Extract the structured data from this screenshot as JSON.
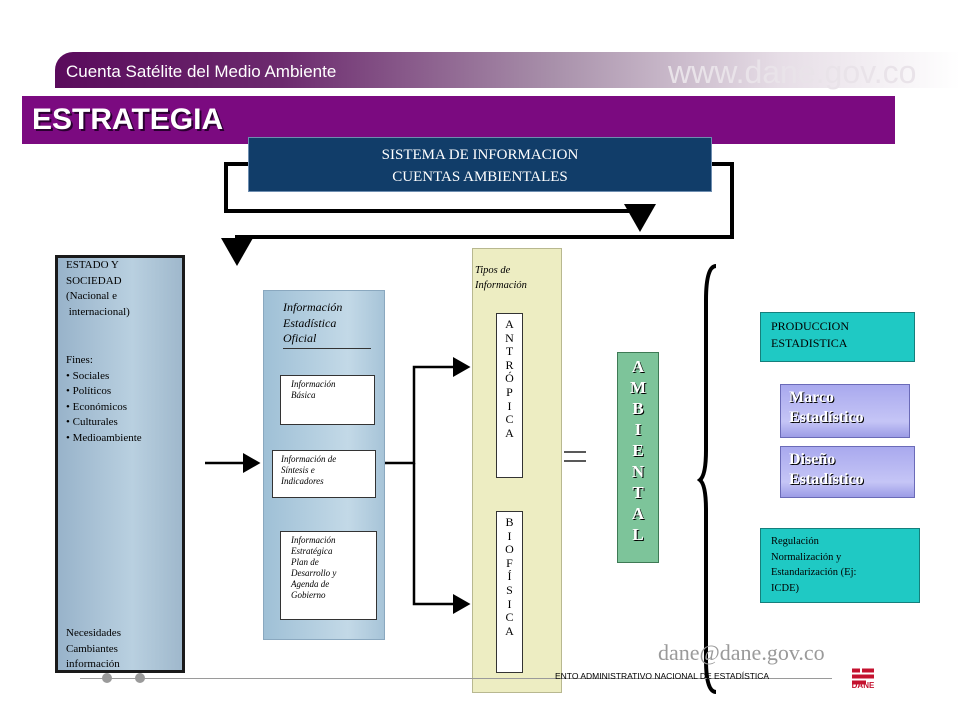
{
  "header": {
    "subtitle": "Cuenta Satélite del Medio Ambiente",
    "website": "www.dane.gov.co",
    "title": "ESTRATEGIA"
  },
  "sistema": {
    "line1": "SISTEMA DE INFORMACION",
    "line2": "CUENTAS AMBIENTALES"
  },
  "estado": {
    "lines": [
      "ESTADO  Y",
      "SOCIEDAD",
      "(Nacional e",
      " internacional)"
    ],
    "fines_label": "Fines:",
    "fines": [
      "• Sociales",
      "• Políticos",
      "• Económicos",
      "• Culturales",
      "• Medioambiente"
    ],
    "needs": [
      "Necesidades",
      "Cambiantes",
      "información"
    ]
  },
  "oficial": {
    "title": [
      "Información",
      "Estadística",
      "Oficial"
    ],
    "basica": [
      "Información",
      "Básica"
    ],
    "sintesis": [
      "Información de",
      "Síntesis e",
      "Indicadores"
    ],
    "estrategica": [
      "Información",
      "Estratégica",
      "Plan de",
      "Desarrollo y",
      "Agenda de",
      "Gobierno"
    ]
  },
  "tipos": {
    "label": [
      "Tipos de",
      "Información"
    ],
    "antropica": [
      "A",
      "N",
      "T",
      "R",
      "Ó",
      "P",
      "I",
      "C",
      "A"
    ],
    "biofisica": [
      "B",
      "I",
      "O",
      "F",
      "Í",
      "S",
      "I",
      "C",
      "A"
    ]
  },
  "ambiental": [
    "A",
    "M",
    "B",
    "I",
    "E",
    "N",
    "T",
    "A",
    "L"
  ],
  "right": {
    "produccion": [
      "PRODUCCION",
      "ESTADISTICA"
    ],
    "marco": [
      "Marco",
      "Estadístico"
    ],
    "diseno": [
      "Diseño",
      "Estadístico"
    ],
    "regulacion": [
      "Regulación",
      "Normalización y",
      "Estandarización (Ej:",
      "ICDE)"
    ]
  },
  "footer": {
    "email": "dane@dane.gov.co",
    "org": "ENTO ADMINISTRATIVO NACIONAL DE ESTADÍSTICA",
    "logo_text": "DANE"
  },
  "colors": {
    "title_bar": "#7b0a80",
    "system_box": "#113d69",
    "ambiental": "#7dc49a",
    "teal": "#1fc9c4",
    "lavender": "#b4b4f0"
  }
}
